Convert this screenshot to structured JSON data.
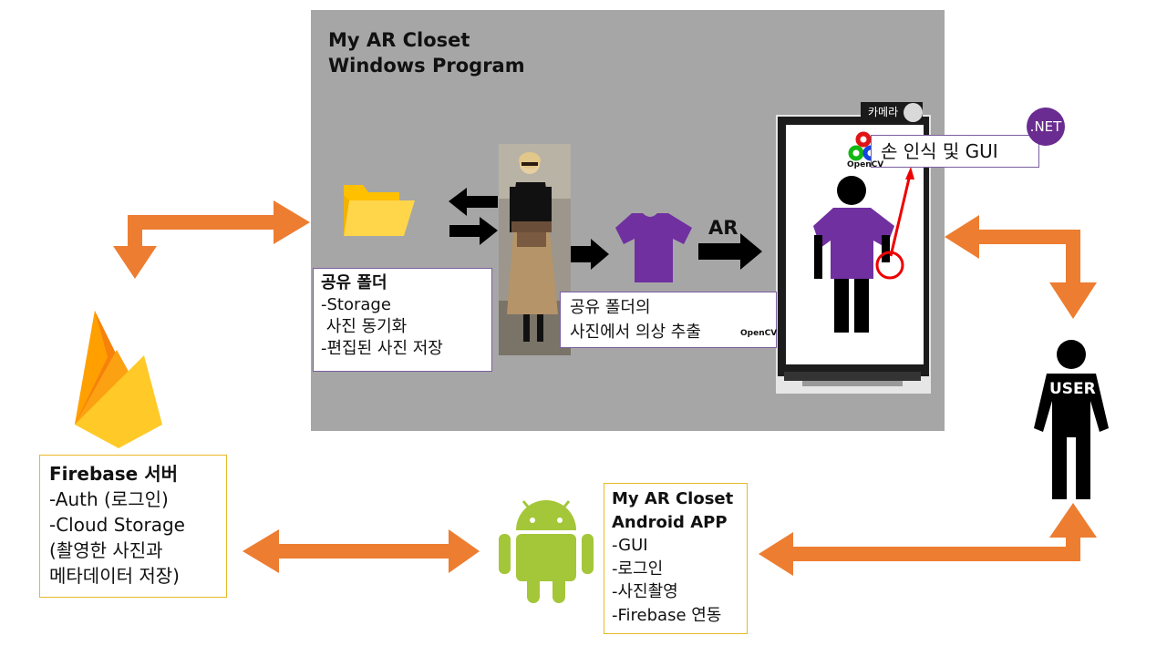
{
  "windows_program": {
    "title_line1": "My AR Closet",
    "title_line2": "Windows Program"
  },
  "shared_folder": {
    "title": "공유 폴더",
    "line1": "-Storage",
    "line2": " 사진 동기화",
    "line3": "-편집된 사진 저장"
  },
  "extract": {
    "line1": "공유 폴더의",
    "line2": "사진에서 의상 추출"
  },
  "hand_box": {
    "label": "손 인식 및 GUI"
  },
  "camera": {
    "label": "카메라"
  },
  "dotnet": {
    "label": ".NET"
  },
  "opencv": {
    "label": "OpenCV"
  },
  "ar_arrow": {
    "label": "AR"
  },
  "user": {
    "label": "USER"
  },
  "firebase": {
    "title": "Firebase 서버",
    "line1": "-Auth (로그인)",
    "line2": "-Cloud Storage",
    "line3": "(촬영한 사진과",
    "line4": "메타데이터 저장)"
  },
  "android_app": {
    "title_line1": "My AR Closet",
    "title_line2": "Android APP",
    "line1": "-GUI",
    "line2": "-로그인",
    "line3": "-사진촬영",
    "line4": "-Firebase 연동"
  },
  "colors": {
    "arrow_orange": "#ed7d31",
    "panel_gray": "#a6a6a6",
    "shirt_purple": "#7030a0",
    "android_green": "#a4c639",
    "firebase_yellow": "#ffca28",
    "folder_yellow": "#ffc000"
  },
  "icons": [
    "folder-icon",
    "shirt-icon",
    "opencv-logo",
    "dotnet-logo",
    "firebase-logo",
    "android-logo",
    "person-icon",
    "monitor-icon",
    "photo-woman"
  ]
}
